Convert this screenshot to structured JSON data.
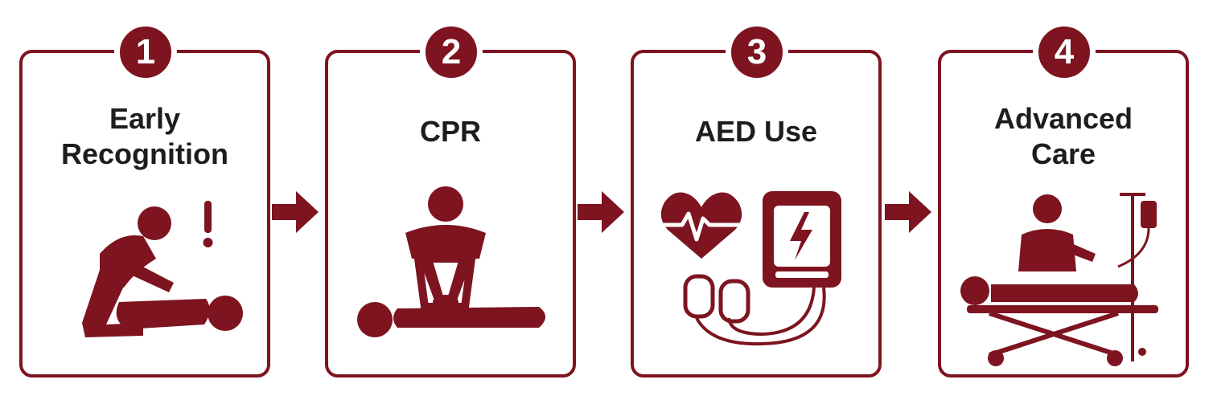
{
  "colors": {
    "accent": "#7d1420",
    "text": "#1d1d1d",
    "background": "#ffffff"
  },
  "steps": [
    {
      "number": "1",
      "title_lines": [
        "Early",
        "Recognition"
      ],
      "icon": "person-checking-collapsed-victim-icon"
    },
    {
      "number": "2",
      "title_lines": [
        "CPR"
      ],
      "icon": "cpr-chest-compressions-icon"
    },
    {
      "number": "3",
      "title_lines": [
        "AED Use"
      ],
      "icon": "aed-defibrillator-icon"
    },
    {
      "number": "4",
      "title_lines": [
        "Advanced",
        "Care"
      ],
      "icon": "patient-on-stretcher-iv-icon"
    }
  ]
}
